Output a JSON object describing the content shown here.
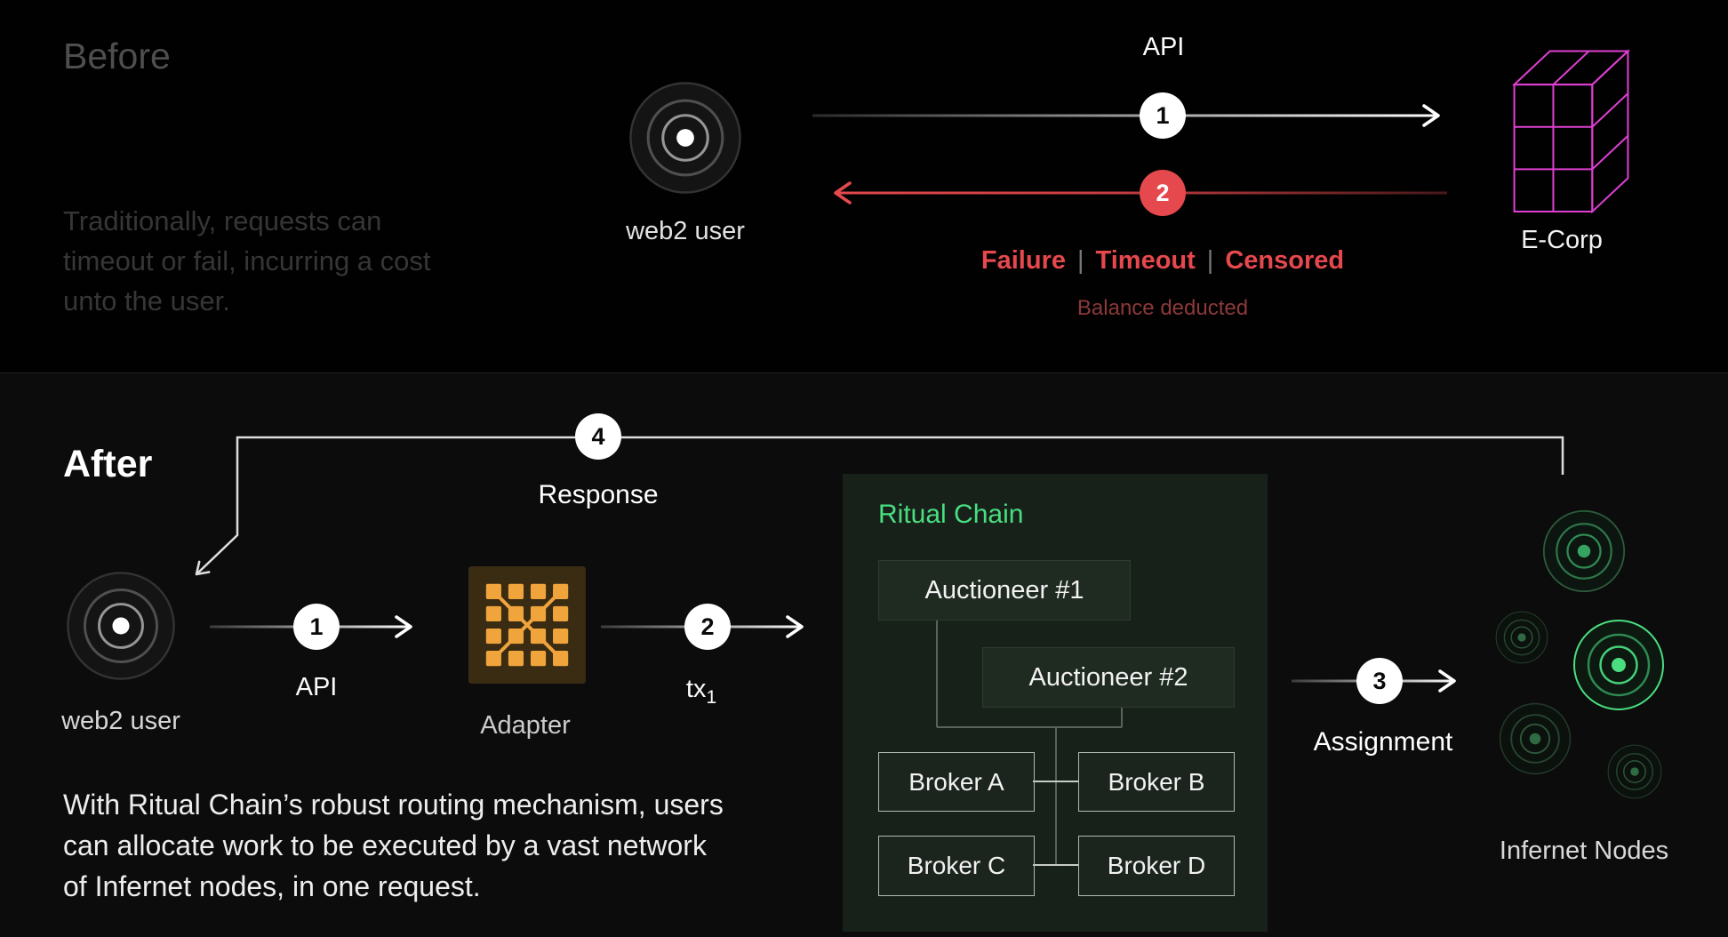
{
  "colors": {
    "accent_red": "#e5484d",
    "accent_green": "#4ade80",
    "accent_magenta": "#de3fd1",
    "accent_orange": "#f0a43c"
  },
  "before": {
    "title": "Before",
    "description": "Traditionally, requests can timeout or fail, incurring a cost unto the user.",
    "web2_user_label": "web2 user",
    "api_label": "API",
    "step_1": "1",
    "step_2": "2",
    "failure_items": [
      "Failure",
      "Timeout",
      "Censored"
    ],
    "failure_separator": "|",
    "balance_note": "Balance deducted",
    "ecorp_label": "E-Corp"
  },
  "after": {
    "title": "After",
    "description": "With Ritual Chain’s robust routing mechanism, users can allocate work to be executed by a vast network of Infernet nodes, in one request.",
    "web2_user_label": "web2 user",
    "step_1": "1",
    "api_label": "API",
    "adapter_label": "Adapter",
    "step_2": "2",
    "tx_label": "tx",
    "tx_subscript": "1",
    "step_4": "4",
    "response_label": "Response",
    "ritual_chain": {
      "title": "Ritual Chain",
      "auctioneer_1": "Auctioneer #1",
      "auctioneer_2": "Auctioneer #2",
      "brokers": [
        "Broker A",
        "Broker B",
        "Broker C",
        "Broker D"
      ]
    },
    "step_3": "3",
    "assignment_label": "Assignment",
    "infernet_label": "Infernet Nodes"
  },
  "icons": {
    "web2_user": "concentric-target",
    "ecorp": "wireframe-cube",
    "adapter": "chip-grid",
    "infernet_node": "concentric-target-green"
  }
}
